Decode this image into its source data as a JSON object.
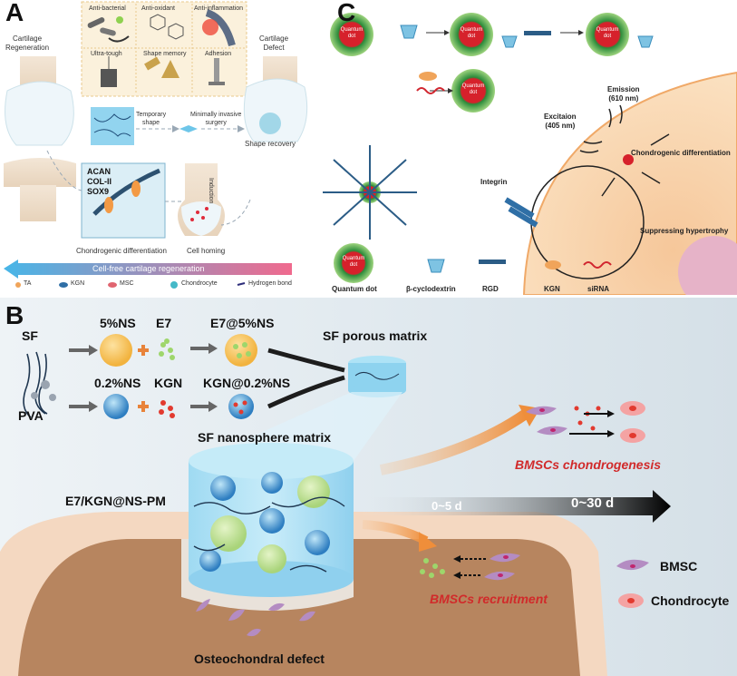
{
  "panel_a": {
    "letter": "A",
    "properties": [
      "Anti-bacterial",
      "Anti-oxidant",
      "Anti-inflammation",
      "Ultra-tough",
      "Shape memory",
      "Adhesion"
    ],
    "cartilage_regeneration": "Cartilage\nRegeneration",
    "cartilage_defect": "Cartilage\nDefect",
    "temporary_shape": "Temporary\nshape",
    "minimally_invasive": "Minimally invasive\nsurgery",
    "shape_recovery": "Shape recovery",
    "markers": [
      "ACAN",
      "COL-II",
      "SOX9"
    ],
    "induction": "Induction",
    "chondrogenic_differentiation": "Chondrogenic differentiation",
    "cell_homing": "Cell homing",
    "arrow_label": "Cell-free cartilage regeneration",
    "legend": [
      "TA",
      "KGN",
      "MSC",
      "Chondrocyte",
      "Hydrogen bond"
    ]
  },
  "panel_c": {
    "letter": "C",
    "quantum_dot": "Quantum\ndot",
    "emission": "Emission\n(610 nm)",
    "excitation": "Excitaion\n(405 nm)",
    "chondrogenic_differentiation": "Chondrogenic differentiation",
    "suppressing_hypertrophy": "Suppressing hypertrophy",
    "integrin": "Integrin",
    "legend": [
      "Quantum dot",
      "β-cyclodextrin",
      "RGD",
      "KGN",
      "siRNA"
    ]
  },
  "panel_b": {
    "letter": "B",
    "sf": "SF",
    "pva": "PVA",
    "ns5": "5%NS",
    "e7": "E7",
    "e7_ns5": "E7@5%NS",
    "ns02": "0.2%NS",
    "kgn": "KGN",
    "kgn_ns02": "KGN@0.2%NS",
    "porous_matrix": "SF porous matrix",
    "nanosphere_matrix": "SF nanosphere matrix",
    "scaffold_name": "E7/KGN@NS-PM",
    "time1": "0~5 d",
    "time2": "0~30 d",
    "chondrogenesis": "BMSCs chondrogenesis",
    "recruitment": "BMSCs recruitment",
    "defect": "Osteochondral defect",
    "legend_bmsc": "BMSC",
    "legend_chondrocyte": "Chondrocyte"
  }
}
